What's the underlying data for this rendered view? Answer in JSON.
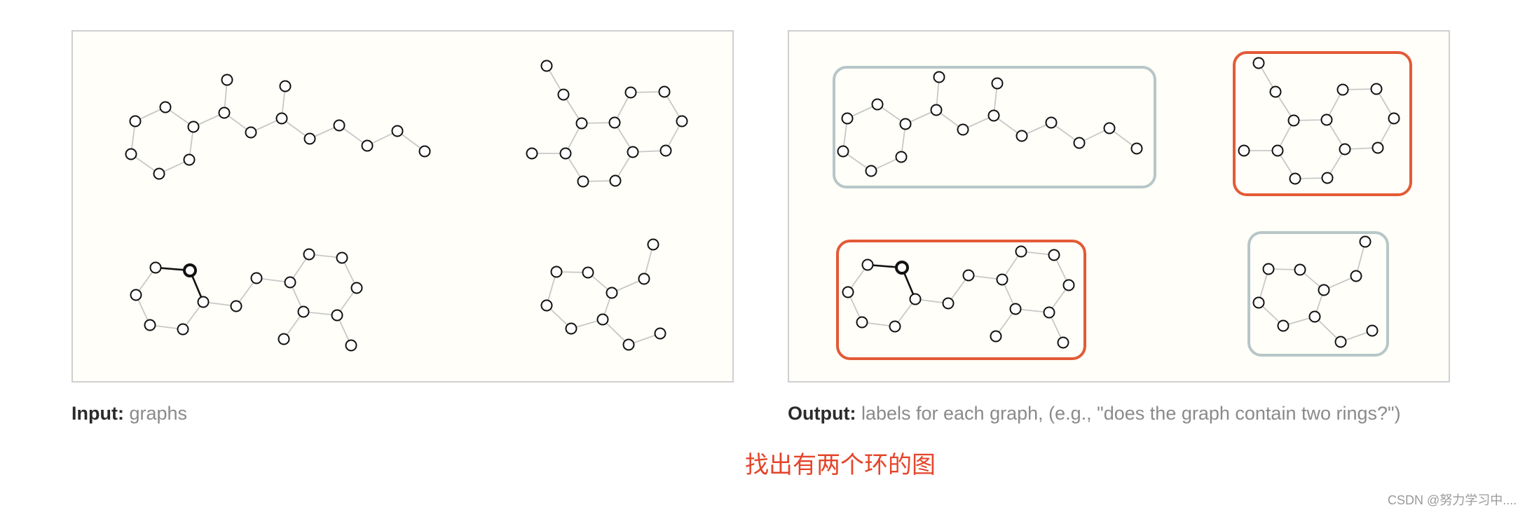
{
  "input_caption": {
    "label": "Input:",
    "text": "graphs"
  },
  "output_caption": {
    "label": "Output:",
    "text": "labels for each graph, (e.g., \"does the graph contain two rings?\")"
  },
  "chinese_caption": "找出有两个环的图",
  "watermark": "CSDN @努力学习中....",
  "colors": {
    "panel_background": "#fffef8",
    "panel_border": "#cfcfcf",
    "ring_box": "#e35a36",
    "non_ring_box": "#b7c6c8",
    "edge": "#c8c8c8",
    "highlight_edge": "#111111",
    "node_stroke": "#111111",
    "chinese_text": "#e4442a"
  },
  "output_labels": [
    {
      "graph": "top-left",
      "contains_two_rings": false
    },
    {
      "graph": "top-right",
      "contains_two_rings": true
    },
    {
      "graph": "bottom-left",
      "contains_two_rings": true
    },
    {
      "graph": "bottom-right",
      "contains_two_rings": false
    }
  ]
}
